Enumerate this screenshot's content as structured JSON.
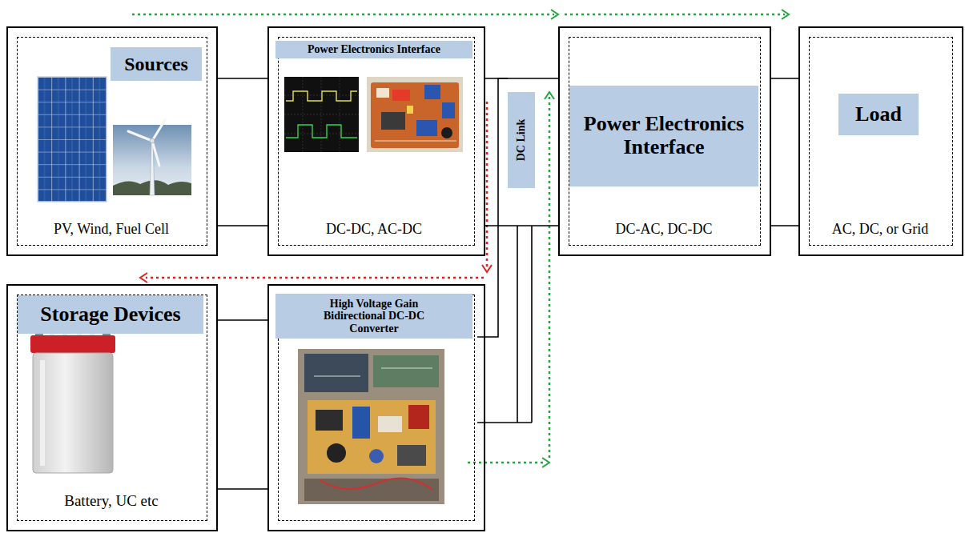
{
  "diagram": {
    "nodes": [
      {
        "text": [
          "Sources",
          "PV, Wind, Fuel Cell"
        ]
      },
      {
        "text": [
          "Power Electronics Interface",
          "DC-DC, AC-DC"
        ]
      },
      {
        "text": [
          "DC Link"
        ]
      },
      {
        "text": [
          "Power Electronics Interface",
          "DC-AC, DC-DC"
        ]
      },
      {
        "text": [
          "Load",
          "AC, DC, or Grid"
        ]
      },
      {
        "text": [
          "Storage Devices",
          "Battery, UC etc"
        ]
      },
      {
        "text": [
          "High Voltage Gain Bidirectional DC-DC Converter"
        ]
      }
    ],
    "edges": [
      {
        "from": 0,
        "to": 1,
        "arrow": "none"
      },
      {
        "from": 1,
        "to": 3,
        "arrow": "none"
      },
      {
        "from": 3,
        "to": 4,
        "arrow": "none"
      },
      {
        "from": 5,
        "to": 6,
        "arrow": "none"
      }
    ]
  }
}
